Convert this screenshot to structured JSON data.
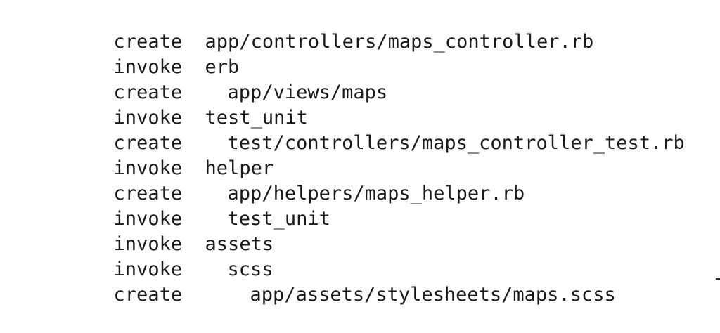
{
  "terminal": {
    "lines": [
      {
        "action": "create",
        "path": "app/controllers/maps_controller.rb",
        "indent": 0
      },
      {
        "action": "invoke",
        "path": "erb",
        "indent": 0
      },
      {
        "action": "create",
        "path": "app/views/maps",
        "indent": 1
      },
      {
        "action": "invoke",
        "path": "test_unit",
        "indent": 0
      },
      {
        "action": "create",
        "path": "test/controllers/maps_controller_test.rb",
        "indent": 1
      },
      {
        "action": "invoke",
        "path": "helper",
        "indent": 0
      },
      {
        "action": "create",
        "path": "app/helpers/maps_helper.rb",
        "indent": 1
      },
      {
        "action": "invoke",
        "path": "test_unit",
        "indent": 1
      },
      {
        "action": "invoke",
        "path": "assets",
        "indent": 0
      },
      {
        "action": "invoke",
        "path": "scss",
        "indent": 1
      },
      {
        "action": "create",
        "path": "app/assets/stylesheets/maps.scss",
        "indent": 2
      }
    ]
  }
}
